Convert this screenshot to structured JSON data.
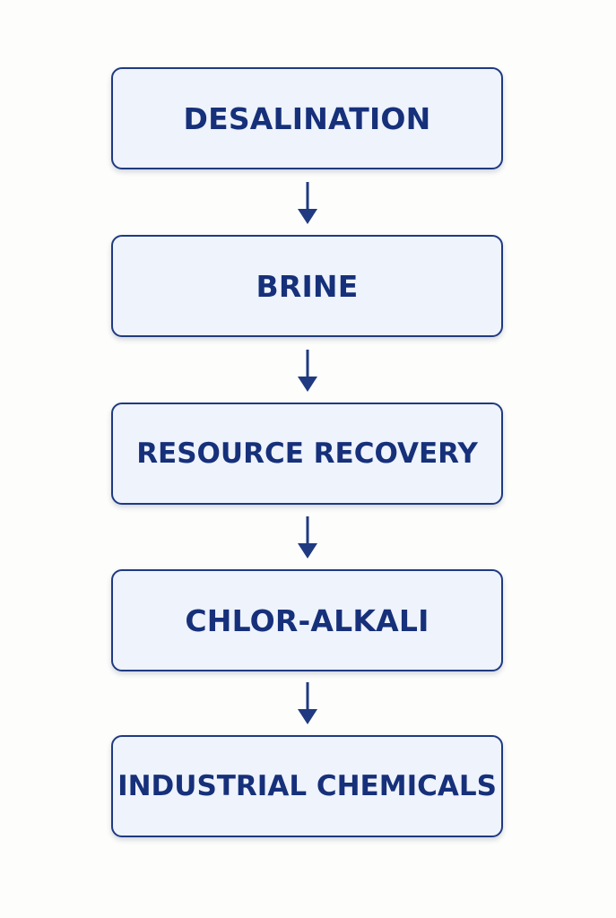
{
  "flow": {
    "stages": [
      {
        "label": "DESALINATION"
      },
      {
        "label": "BRINE"
      },
      {
        "label": "RESOURCE RECOVERY"
      },
      {
        "label": "CHLOR-ALKALI"
      },
      {
        "label": "INDUSTRIAL CHEMICALS"
      }
    ]
  },
  "colors": {
    "box_fill": "#eef3fc",
    "box_border": "#1f3a80",
    "text": "#16307a",
    "arrow": "#1f3a80",
    "background": "#fdfdfb"
  }
}
